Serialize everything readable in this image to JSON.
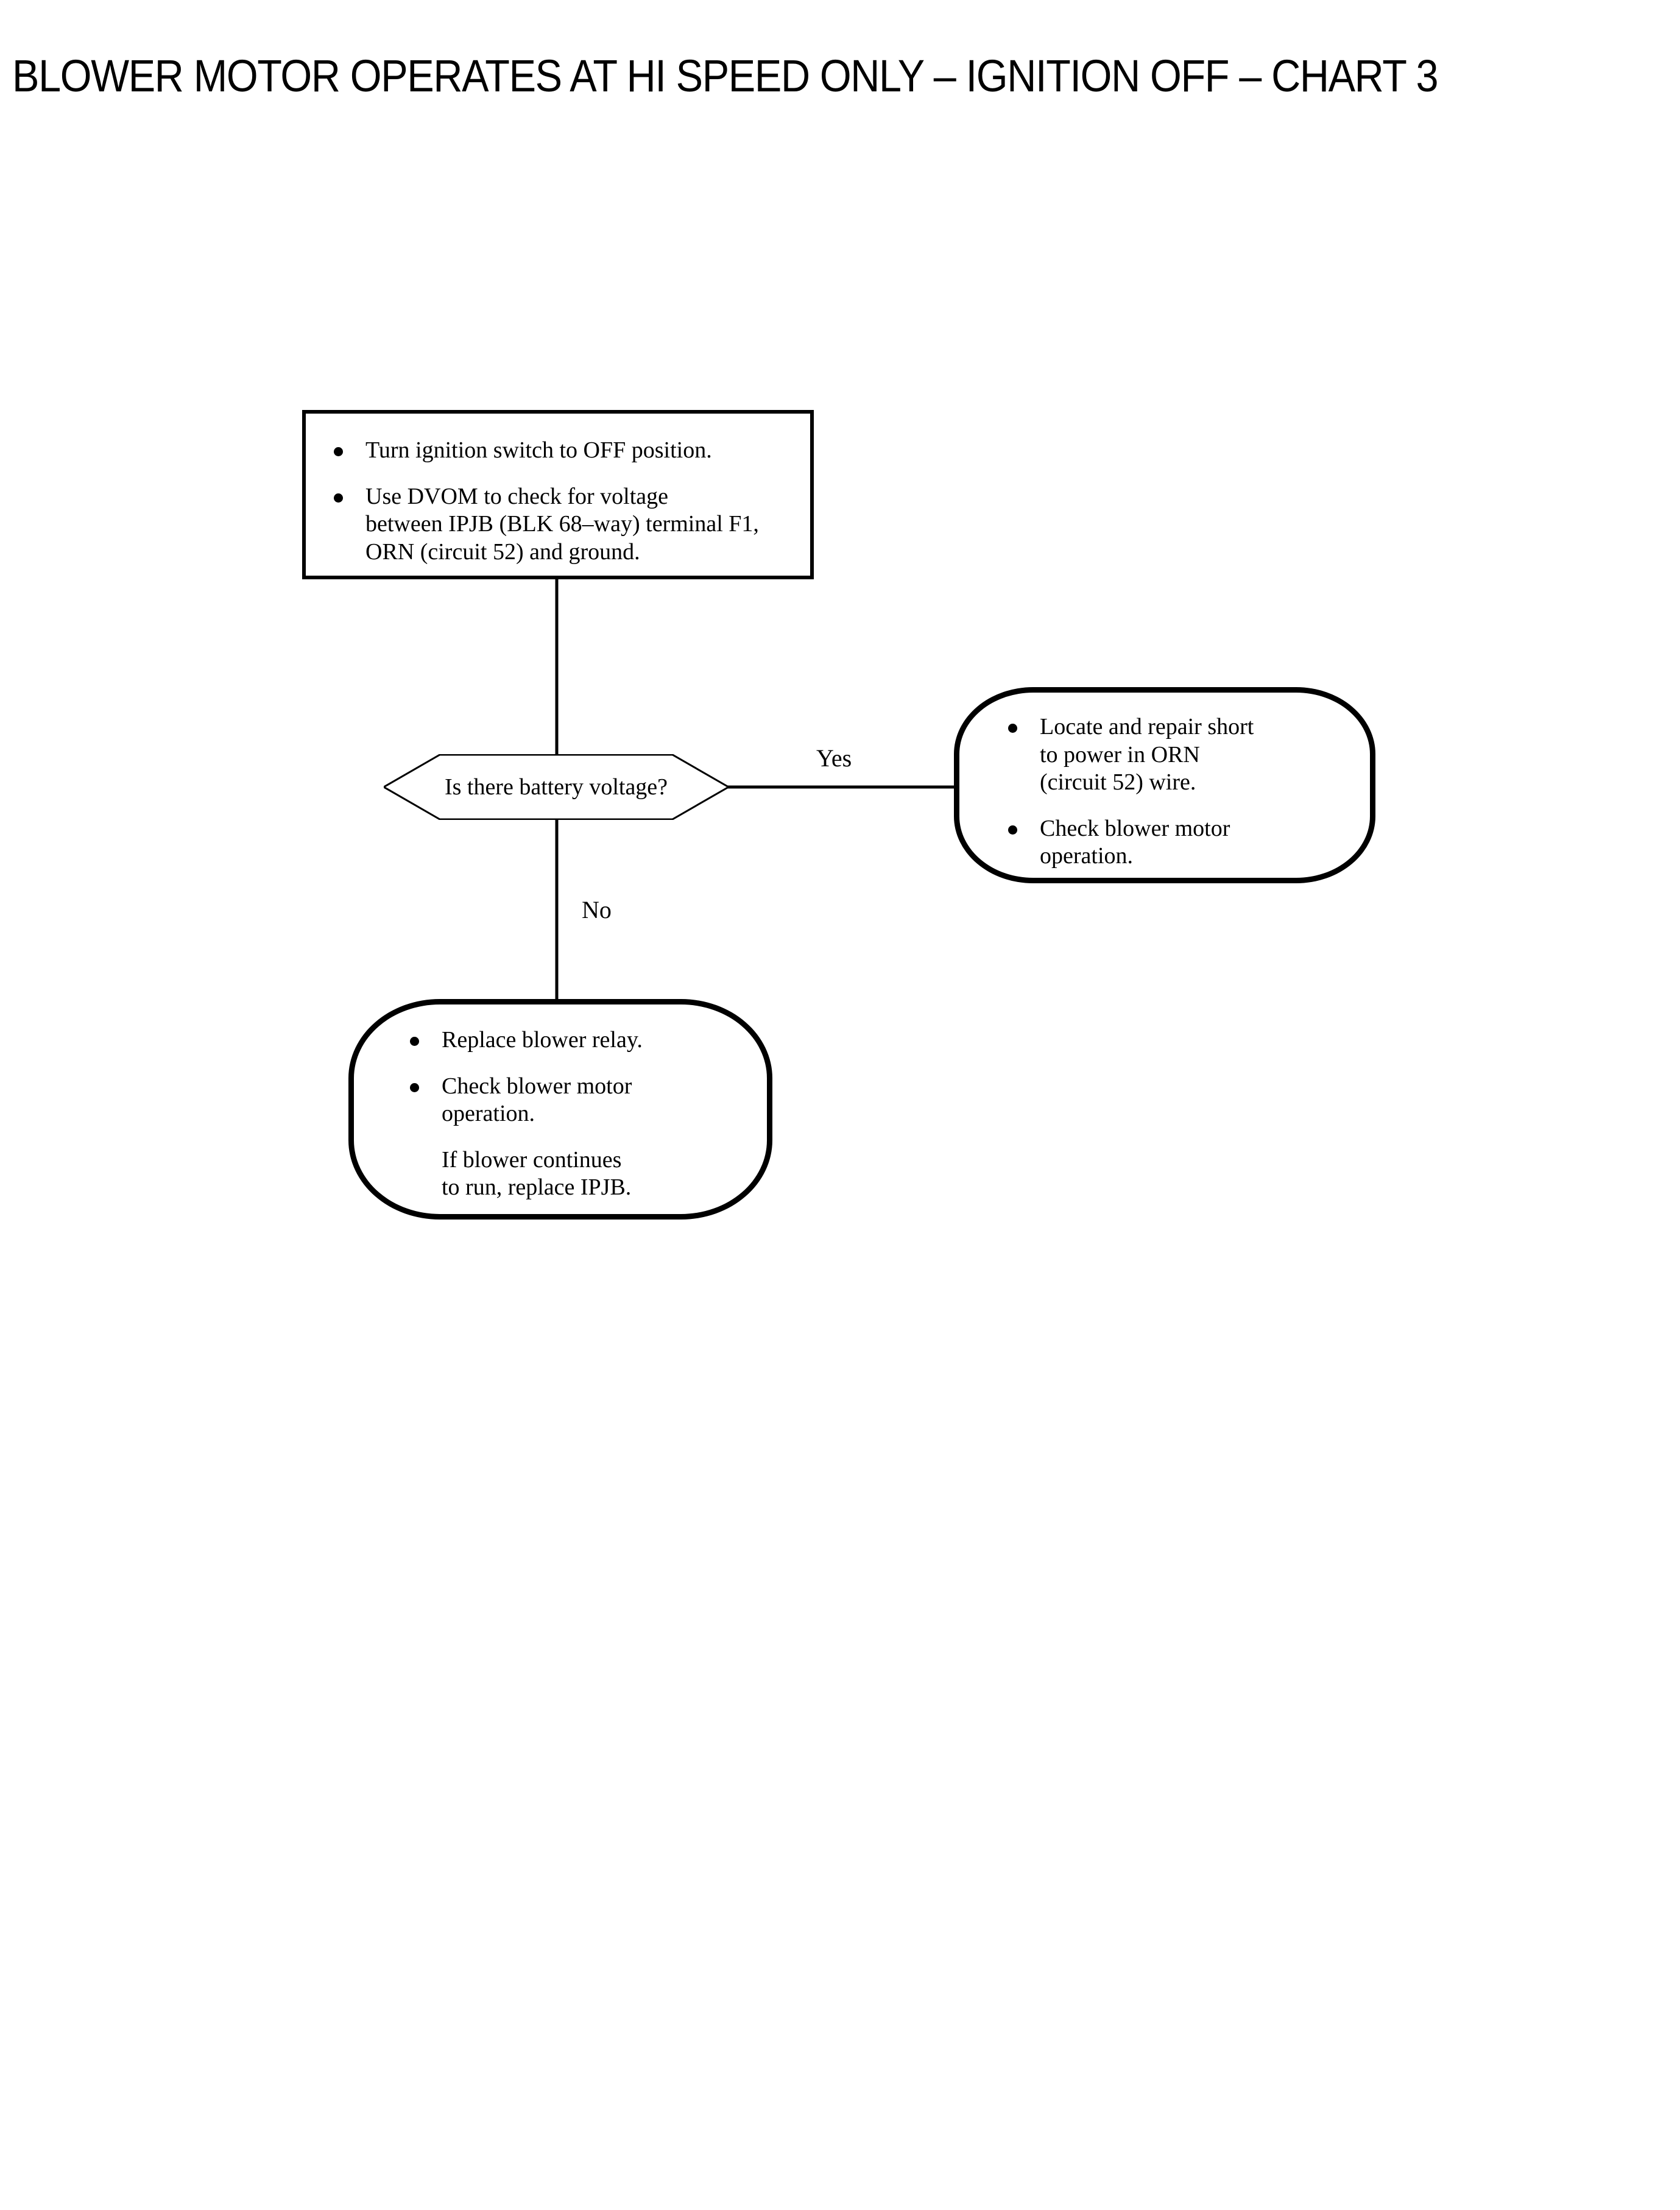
{
  "page": {
    "title": "BLOWER MOTOR OPERATES AT HI SPEED ONLY – IGNITION OFF – CHART 3",
    "background_color": "#ffffff",
    "ink_color": "#000000"
  },
  "chart_data": {
    "type": "diagram",
    "diagram_kind": "troubleshooting-flowchart",
    "title": "BLOWER MOTOR OPERATES AT HI SPEED ONLY – IGNITION OFF – CHART 3",
    "nodes": [
      {
        "id": "step-1",
        "shape": "rectangle",
        "bullets": [
          {
            "bullet": true,
            "lines": [
              "Turn ignition switch to OFF position."
            ]
          },
          {
            "bullet": true,
            "lines": [
              "Use DVOM to check for voltage",
              "between IPJB (BLK 68–way) terminal F1,",
              "ORN (circuit 52) and ground."
            ]
          }
        ]
      },
      {
        "id": "decision-1",
        "shape": "hexagon",
        "text": "Is there battery voltage?"
      },
      {
        "id": "terminal-yes",
        "shape": "rounded",
        "bullets": [
          {
            "bullet": true,
            "lines": [
              "Locate and repair short",
              "to power in ORN",
              "(circuit 52) wire."
            ]
          },
          {
            "bullet": true,
            "lines": [
              "Check blower motor",
              "operation."
            ]
          }
        ]
      },
      {
        "id": "terminal-no",
        "shape": "rounded",
        "bullets": [
          {
            "bullet": true,
            "lines": [
              "Replace blower relay."
            ]
          },
          {
            "bullet": true,
            "lines": [
              "Check blower motor",
              "operation."
            ]
          },
          {
            "bullet": false,
            "lines": [
              "If blower continues",
              "to run, replace IPJB."
            ]
          }
        ]
      }
    ],
    "edges": [
      {
        "from": "step-1",
        "to": "decision-1",
        "label": ""
      },
      {
        "from": "decision-1",
        "to": "terminal-yes",
        "label": "Yes"
      },
      {
        "from": "decision-1",
        "to": "terminal-no",
        "label": "No"
      }
    ]
  },
  "step_1": {
    "bullet_1_line_1": "Turn ignition switch to OFF position.",
    "bullet_2_line_1": "Use DVOM to check for voltage",
    "bullet_2_line_2": "between IPJB (BLK 68–way) terminal F1,",
    "bullet_2_line_3": "ORN (circuit 52) and ground."
  },
  "decision_1": {
    "question": "Is there battery voltage?"
  },
  "terminal_yes": {
    "bullet_1_line_1": "Locate and repair short",
    "bullet_1_line_2": "to power in ORN",
    "bullet_1_line_3": "(circuit 52) wire.",
    "bullet_2_line_1": "Check blower motor",
    "bullet_2_line_2": "operation."
  },
  "terminal_no": {
    "bullet_1_line_1": "Replace blower relay.",
    "bullet_2_line_1": "Check blower motor",
    "bullet_2_line_2": "operation.",
    "note_line_1": "If blower continues",
    "note_line_2": "to run, replace IPJB."
  },
  "edges": {
    "yes_label": "Yes",
    "no_label": "No"
  }
}
